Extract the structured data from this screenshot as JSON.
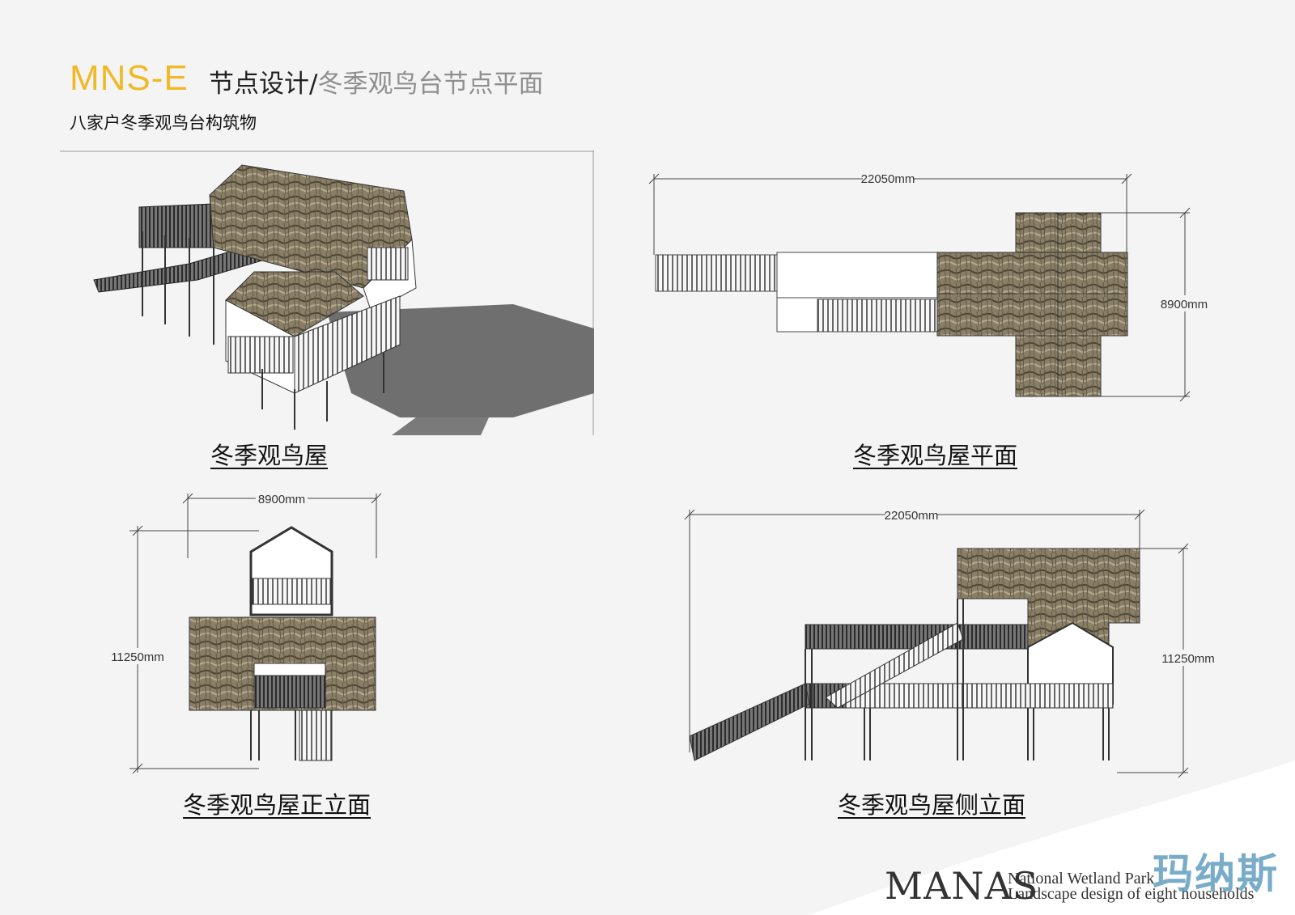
{
  "header": {
    "code": "MNS-E",
    "title_main": "节点设计/",
    "title_sub": "冬季观鸟台节点平面",
    "subtitle": "八家户冬季观鸟台构筑物"
  },
  "drawings": {
    "perspective_caption": "冬季观鸟屋",
    "plan_caption": "冬季观鸟屋平面",
    "front_caption": "冬季观鸟屋正立面",
    "side_caption": "冬季观鸟屋侧立面"
  },
  "dimensions": {
    "plan_width": "22050mm",
    "plan_depth": "8900mm",
    "front_width": "8900mm",
    "front_height": "11250mm",
    "side_width": "22050mm",
    "side_height": "11250mm"
  },
  "logo": {
    "wordmark": "MANAS",
    "line1": "National Wetland Park",
    "line2": "Landscape design of eight households",
    "chinese": "玛纳斯"
  },
  "colors": {
    "accent": "#f0b928",
    "thatch": "#8a7f66",
    "background": "#f4f4f4"
  }
}
